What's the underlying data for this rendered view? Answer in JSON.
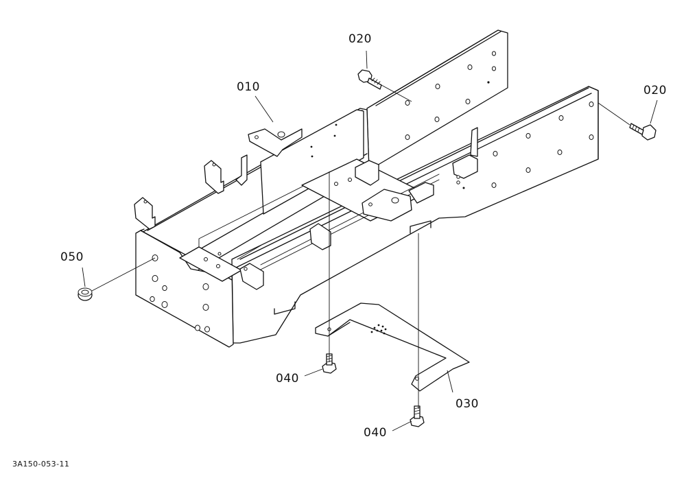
{
  "callouts": {
    "c010": "010",
    "c020_top": "020",
    "c020_right": "020",
    "c050": "050",
    "c040_upper": "040",
    "c040_lower": "040",
    "c030": "030"
  },
  "caption": "3A150-053-11"
}
